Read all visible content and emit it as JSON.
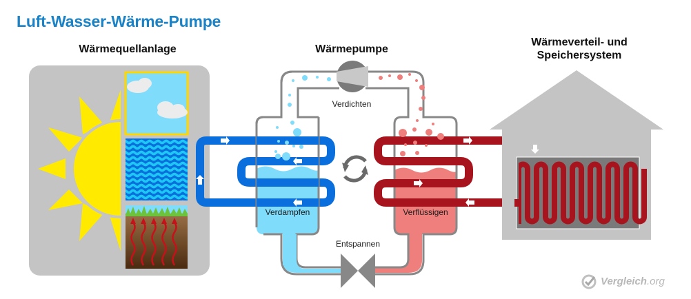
{
  "title": "Luft-Wasser-Wärme-Pumpe",
  "sections": {
    "source": "Wärmequellanlage",
    "pump": "Wärmepumpe",
    "distribution_line1": "Wärmeverteil- und",
    "distribution_line2": "Speichersystem"
  },
  "stages": {
    "compress": "Verdichten",
    "evaporate": "Verdampfen",
    "condense": "Verflüssigen",
    "expand": "Entspannen"
  },
  "brand": {
    "name": "Vergleich",
    "tld": ".org",
    "icon": "check-circle-icon"
  },
  "colors": {
    "title": "#1a82c6",
    "cold_loop": "#0a6fdc",
    "cold_fluid": "#7fdcfb",
    "hot_loop": "#a8141e",
    "hot_fluid": "#ef7f7c",
    "grey_panel": "#c4c4c4",
    "sun": "#ffea00"
  }
}
